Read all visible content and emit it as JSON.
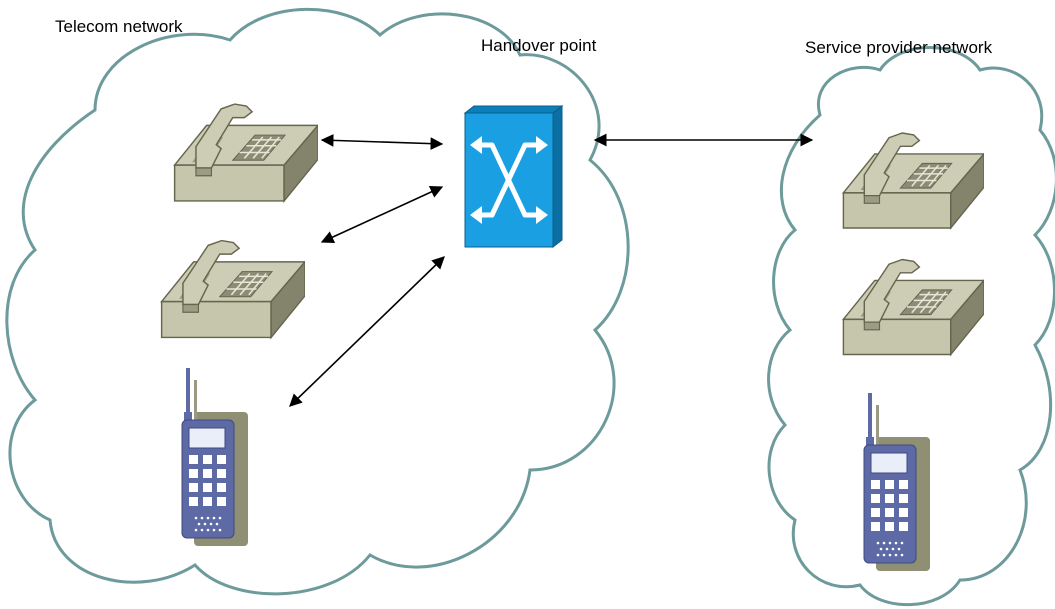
{
  "labels": {
    "telecom_network": "Telecom network",
    "handover_point": "Handover point",
    "service_provider_network": "Service provider network"
  },
  "colors": {
    "cloud_stroke": "#6d9a9b",
    "phone_body": "#cdcdb6",
    "switch_fill": "#1a9fe3",
    "handset_body": "#5d6aa6"
  },
  "icons": {
    "phone": "desk-phone-icon",
    "mobile": "mobile-phone-icon",
    "switch": "switch-icon"
  }
}
